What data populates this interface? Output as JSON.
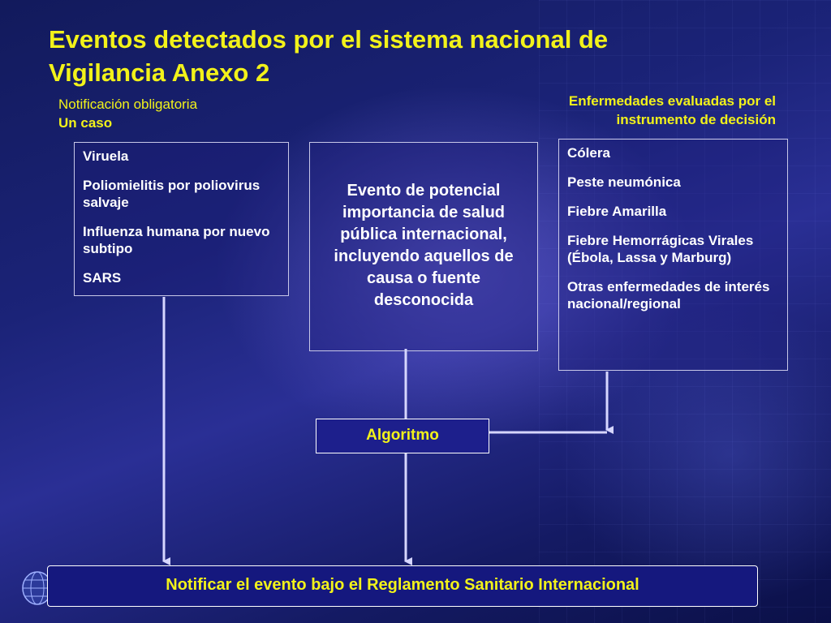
{
  "title": {
    "line1": "Eventos detectados por el sistema nacional de",
    "line2": "Vigilancia Anexo 2"
  },
  "left_header": {
    "line1": "Notificación obligatoria",
    "line2": "Un caso"
  },
  "right_header": {
    "line1": "Enfermedades evaluadas por el",
    "line2": "instrumento de decisión"
  },
  "left_box": {
    "items": [
      "Viruela",
      "Poliomielitis por poliovirus  salvaje",
      "Influenza humana por nuevo subtipo",
      "SARS"
    ]
  },
  "center_box": {
    "text": "Evento de potencial importancia de salud pública internacional, incluyendo aquellos de causa o fuente desconocida"
  },
  "right_box": {
    "items": [
      "Cólera",
      "Peste neumónica",
      "Fiebre Amarilla",
      "Fiebre Hemorrágicas Virales (Ébola, Lassa y Marburg)",
      "Otras enfermedades de interés  nacional/regional"
    ]
  },
  "algorithm": {
    "label": "Algoritmo"
  },
  "bottom": {
    "label": "Notificar el evento bajo el Reglamento Sanitario Internacional"
  },
  "colors": {
    "title": "#f2f21a",
    "background": "#1b2378",
    "box_border": "#c8c8e8",
    "arrow": "#d6d6ff"
  }
}
